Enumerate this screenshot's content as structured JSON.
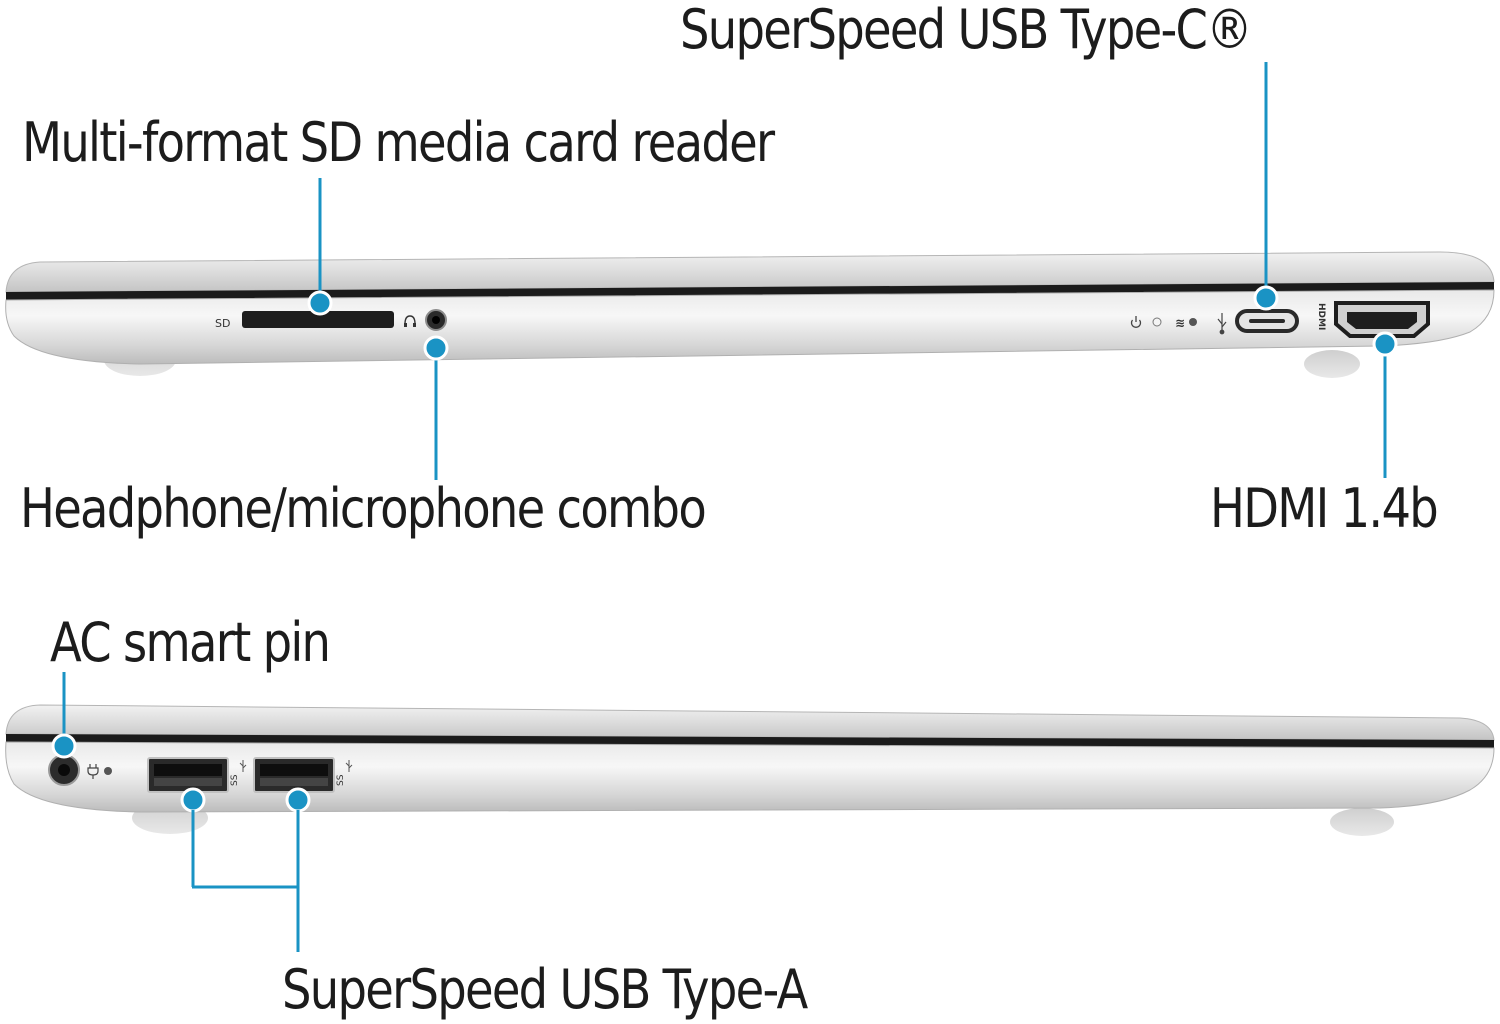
{
  "labels": {
    "usb_c": "SuperSpeed USB Type-C®",
    "sd_reader": "Multi-format SD media card reader",
    "headphone": "Headphone/microphone combo",
    "hdmi": "HDMI 1.4b",
    "ac_pin": "AC smart pin",
    "usb_a": "SuperSpeed USB Type-A"
  },
  "port_marks": {
    "sd": "SD",
    "hdmi": "HDMI",
    "ss_usb": "SS"
  },
  "colors": {
    "callout": "#1a93c4",
    "chassis": "#d9d9d9",
    "port": "#1e1e1e"
  }
}
